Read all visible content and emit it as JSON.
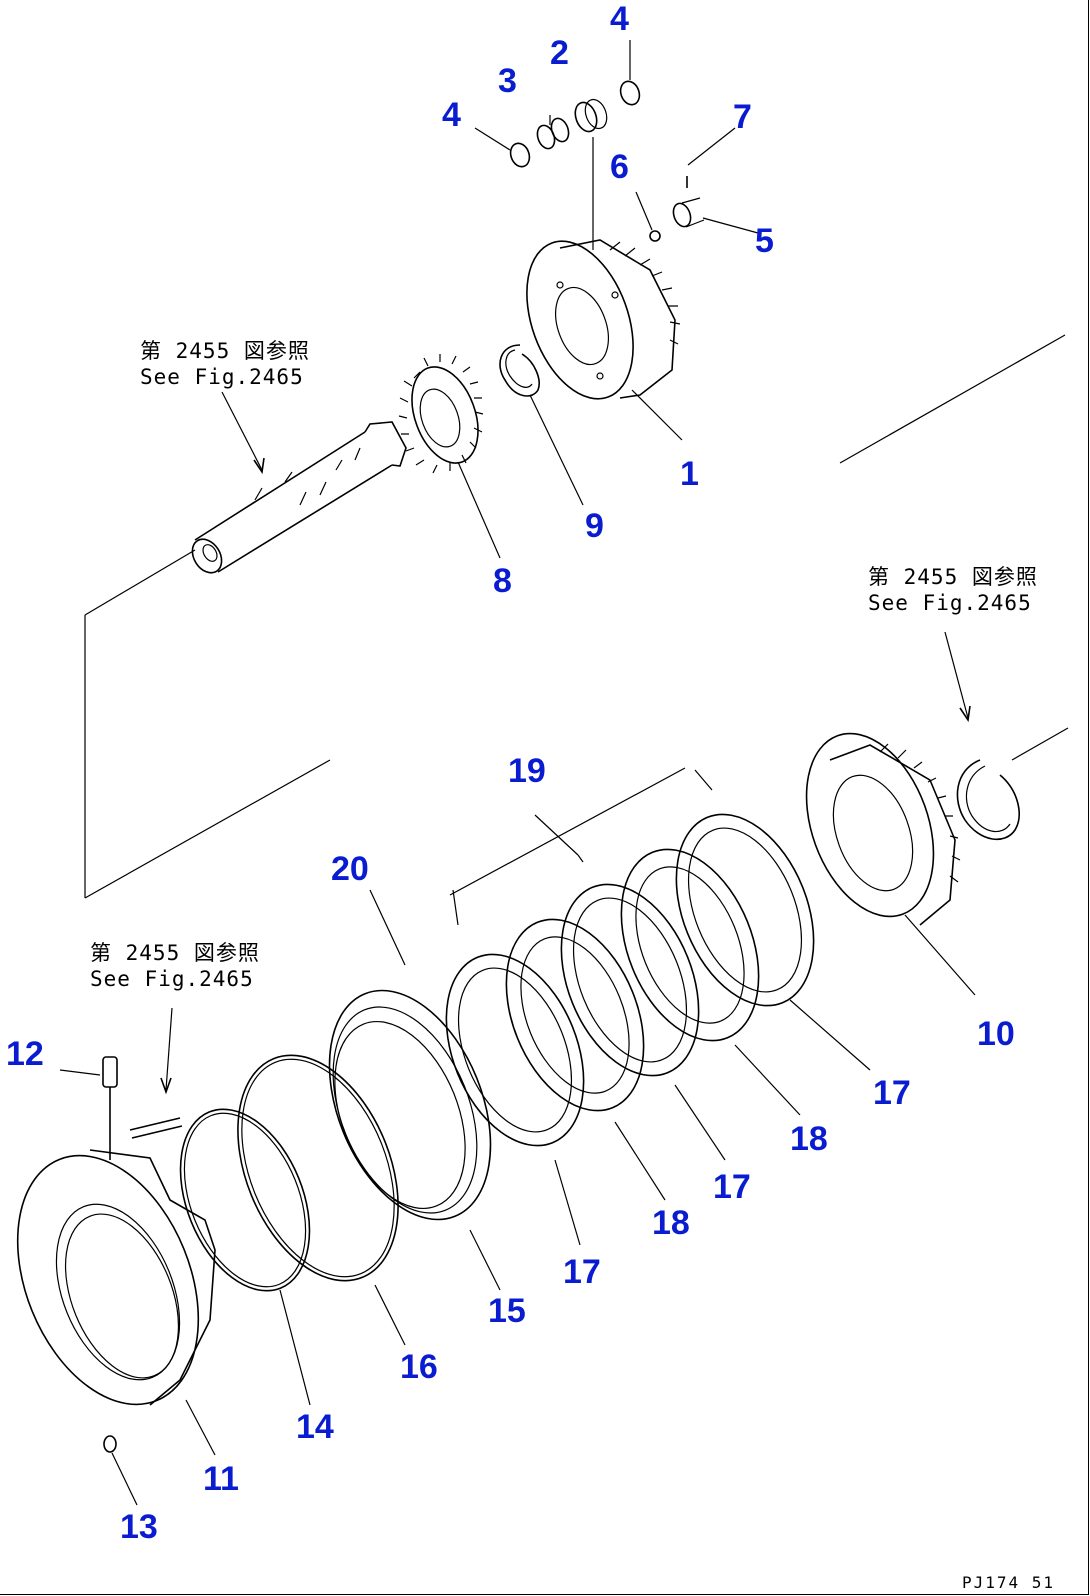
{
  "labels": [
    "1",
    "2",
    "3",
    "4",
    "4",
    "5",
    "6",
    "7",
    "8",
    "9",
    "10",
    "11",
    "12",
    "13",
    "14",
    "15",
    "16",
    "17",
    "17",
    "17",
    "18",
    "18",
    "19",
    "20"
  ],
  "refs": [
    {
      "jp": "第 2455 図参照",
      "en": "See Fig.2465"
    },
    {
      "jp": "第 2455 図参照",
      "en": "See Fig.2465"
    },
    {
      "jp": "第 2455 図参照",
      "en": "See Fig.2465"
    }
  ],
  "drawing_code": "PJ174 51",
  "colors": {
    "callout": "#0a1cd0",
    "line": "#000000",
    "background": "#ffffff"
  }
}
